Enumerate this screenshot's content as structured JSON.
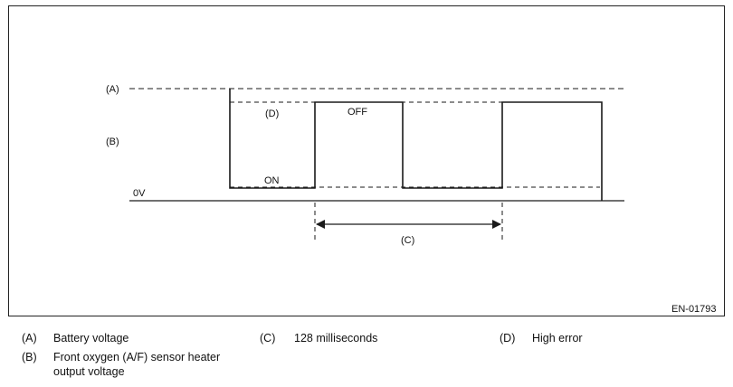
{
  "diagram": {
    "axis_labels": {
      "a": "(A)",
      "b": "(B)",
      "zero": "0V"
    },
    "annotations": {
      "d": "(D)",
      "off": "OFF",
      "on": "ON",
      "c": "(C)"
    },
    "code": "EN-01793",
    "colors": {
      "line": "#1a1a1a"
    }
  },
  "legend": [
    {
      "key": "(A)",
      "text": "Battery voltage"
    },
    {
      "key": "(B)",
      "text": "Front oxygen (A/F) sensor heater output voltage"
    },
    {
      "key": "(C)",
      "text": "128 milliseconds"
    },
    {
      "key": "(D)",
      "text": "High error"
    }
  ]
}
